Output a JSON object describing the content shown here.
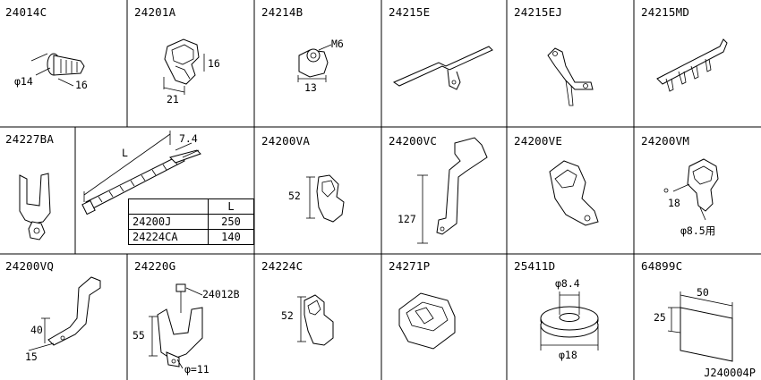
{
  "cells": [
    {
      "label": "24014C"
    },
    {
      "label": "24201A"
    },
    {
      "label": "24214B"
    },
    {
      "label": "24215E"
    },
    {
      "label": "24215EJ"
    },
    {
      "label": "24215MD"
    },
    {
      "label": "24227BA"
    },
    {
      "label": "24200VA"
    },
    {
      "label": "24200VC"
    },
    {
      "label": "24200VE"
    },
    {
      "label": "24200VM"
    },
    {
      "label": "24200VQ"
    },
    {
      "label": "24220G"
    },
    {
      "label": "24224C"
    },
    {
      "label": "24271P"
    },
    {
      "label": "25411D"
    },
    {
      "label": "64899C"
    }
  ],
  "dimensions": {
    "c24014c_dia": "φ14",
    "c24014c_len": "16",
    "c24201a_h": "16",
    "c24201a_w": "21",
    "c24214b_thread": "M6",
    "c24214b_w": "13",
    "tie_len": "L",
    "tie_w": "7.4",
    "c24200va_h": "52",
    "c24200vc_h": "127",
    "c24200vm_w": "18",
    "c24200vm_hole": "φ8.5用",
    "c24200vq_h": "40",
    "c24200vq_w": "15",
    "c24220g_bolt": "24012B",
    "c24220g_h": "55",
    "c24220g_hole": "φ=11",
    "c24224c_h": "52",
    "c25411d_inner": "φ8.4",
    "c25411d_outer": "φ18",
    "c64899c_w": "50",
    "c64899c_h": "25"
  },
  "tie_table": {
    "header": "L",
    "rows": [
      {
        "part": "24200J",
        "length": "250"
      },
      {
        "part": "24224CA",
        "length": "140"
      }
    ]
  },
  "reference_code": "J240004P"
}
